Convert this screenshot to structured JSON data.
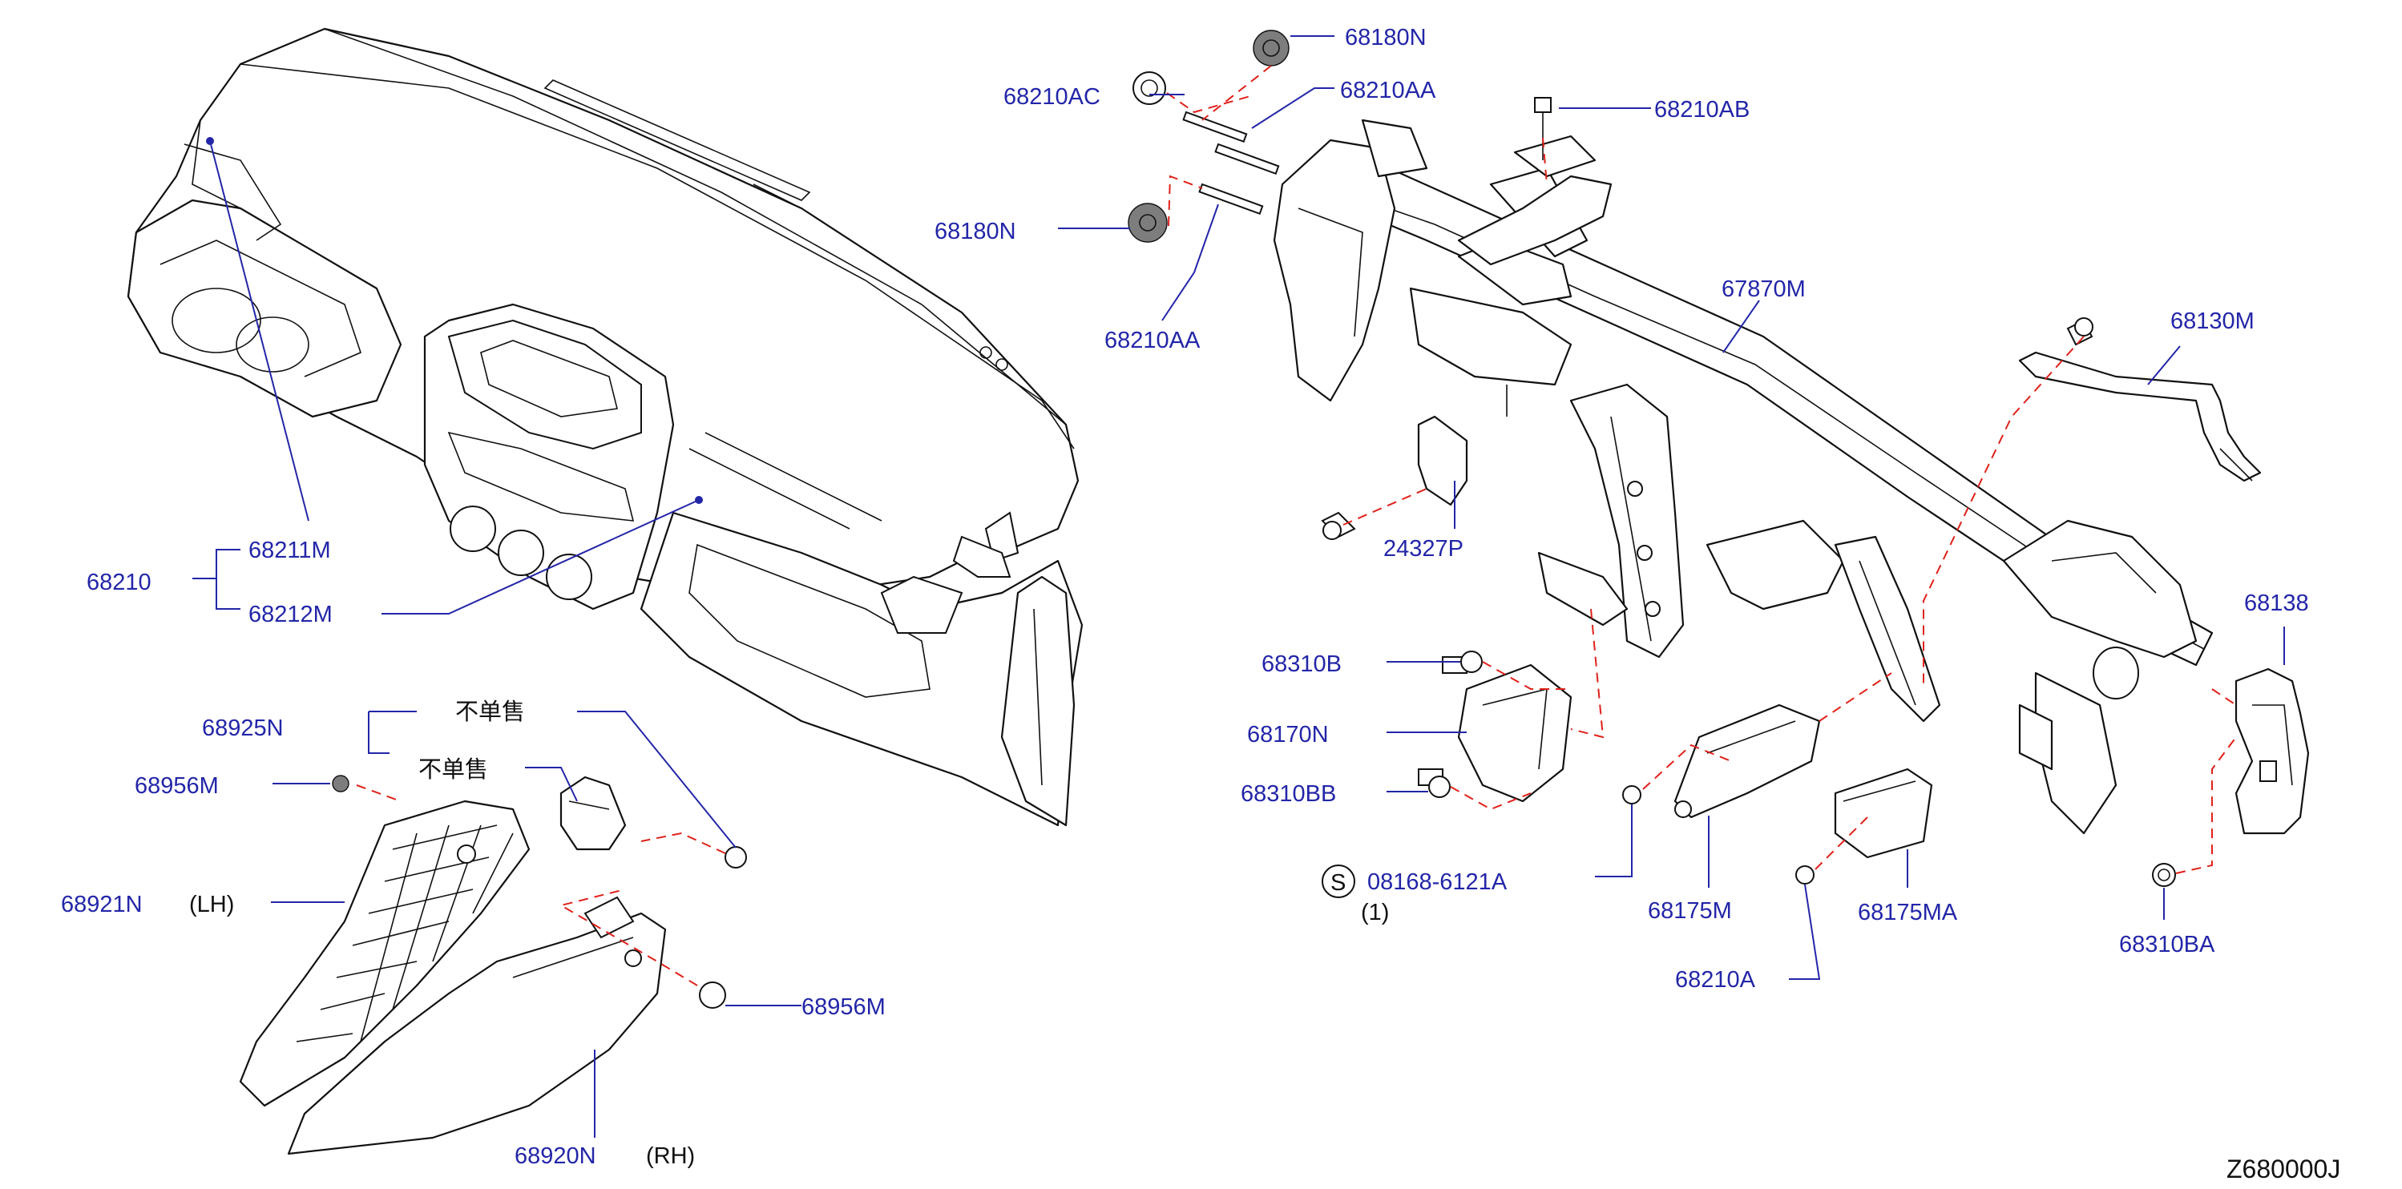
{
  "labels": {
    "p68180N_top": "68180N",
    "p68210AC": "68210AC",
    "p68210AA_top": "68210AA",
    "p68210AB": "68210AB",
    "p68180N_mid": "68180N",
    "p68210AA_low": "68210AA",
    "p67870M": "67870M",
    "p68130M": "68130M",
    "p68211M": "68211M",
    "p68210": "68210",
    "p68212M": "68212M",
    "p24327P": "24327P",
    "p68138": "68138",
    "p68310B": "68310B",
    "p68170N": "68170N",
    "p68310BB": "68310BB",
    "p08168": "08168-6121A",
    "p08168_qty": "(1)",
    "p08168_symbol": "S",
    "p68175M": "68175M",
    "p68175MA": "68175MA",
    "p68310BA": "68310BA",
    "p68210A": "68210A",
    "p68925N": "68925N",
    "not_sold_1": "不单售",
    "not_sold_2": "不单售",
    "p68956M_left": "68956M",
    "p68921N": "68921N",
    "lh": "(LH)",
    "p68956M_right": "68956M",
    "p68920N": "68920N",
    "rh": "(RH)",
    "diagram_code": "Z680000J"
  },
  "colors": {
    "label_blue": "#2326a8",
    "leader_blue": "#2326a8",
    "dash_red": "#e0211a",
    "ink": "#111111",
    "background": "#ffffff"
  }
}
